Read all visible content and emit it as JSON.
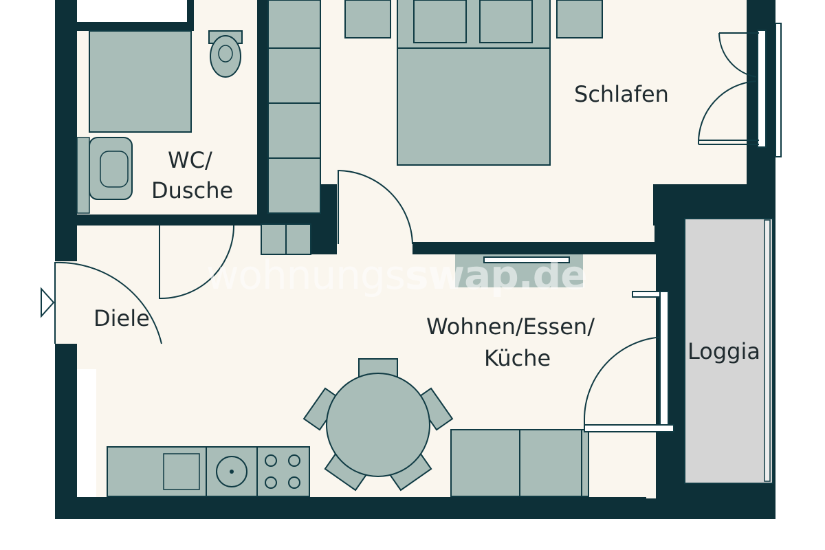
{
  "rooms": {
    "schlafen": "Schlafen",
    "wc_line1": "WC/",
    "wc_line2": "Dusche",
    "diele": "Diele",
    "wohnen_line1": "Wohnen/Essen/",
    "wohnen_line2": "Küche",
    "loggia": "Loggia"
  },
  "watermark": {
    "light": "wohnungs",
    "bold": "swap.de"
  },
  "colors": {
    "wall": "#0d3038",
    "floor": "#faf6ee",
    "furniture": "#a9bdb8",
    "loggia": "#d5d5d5",
    "outline": "#0f3a43"
  }
}
